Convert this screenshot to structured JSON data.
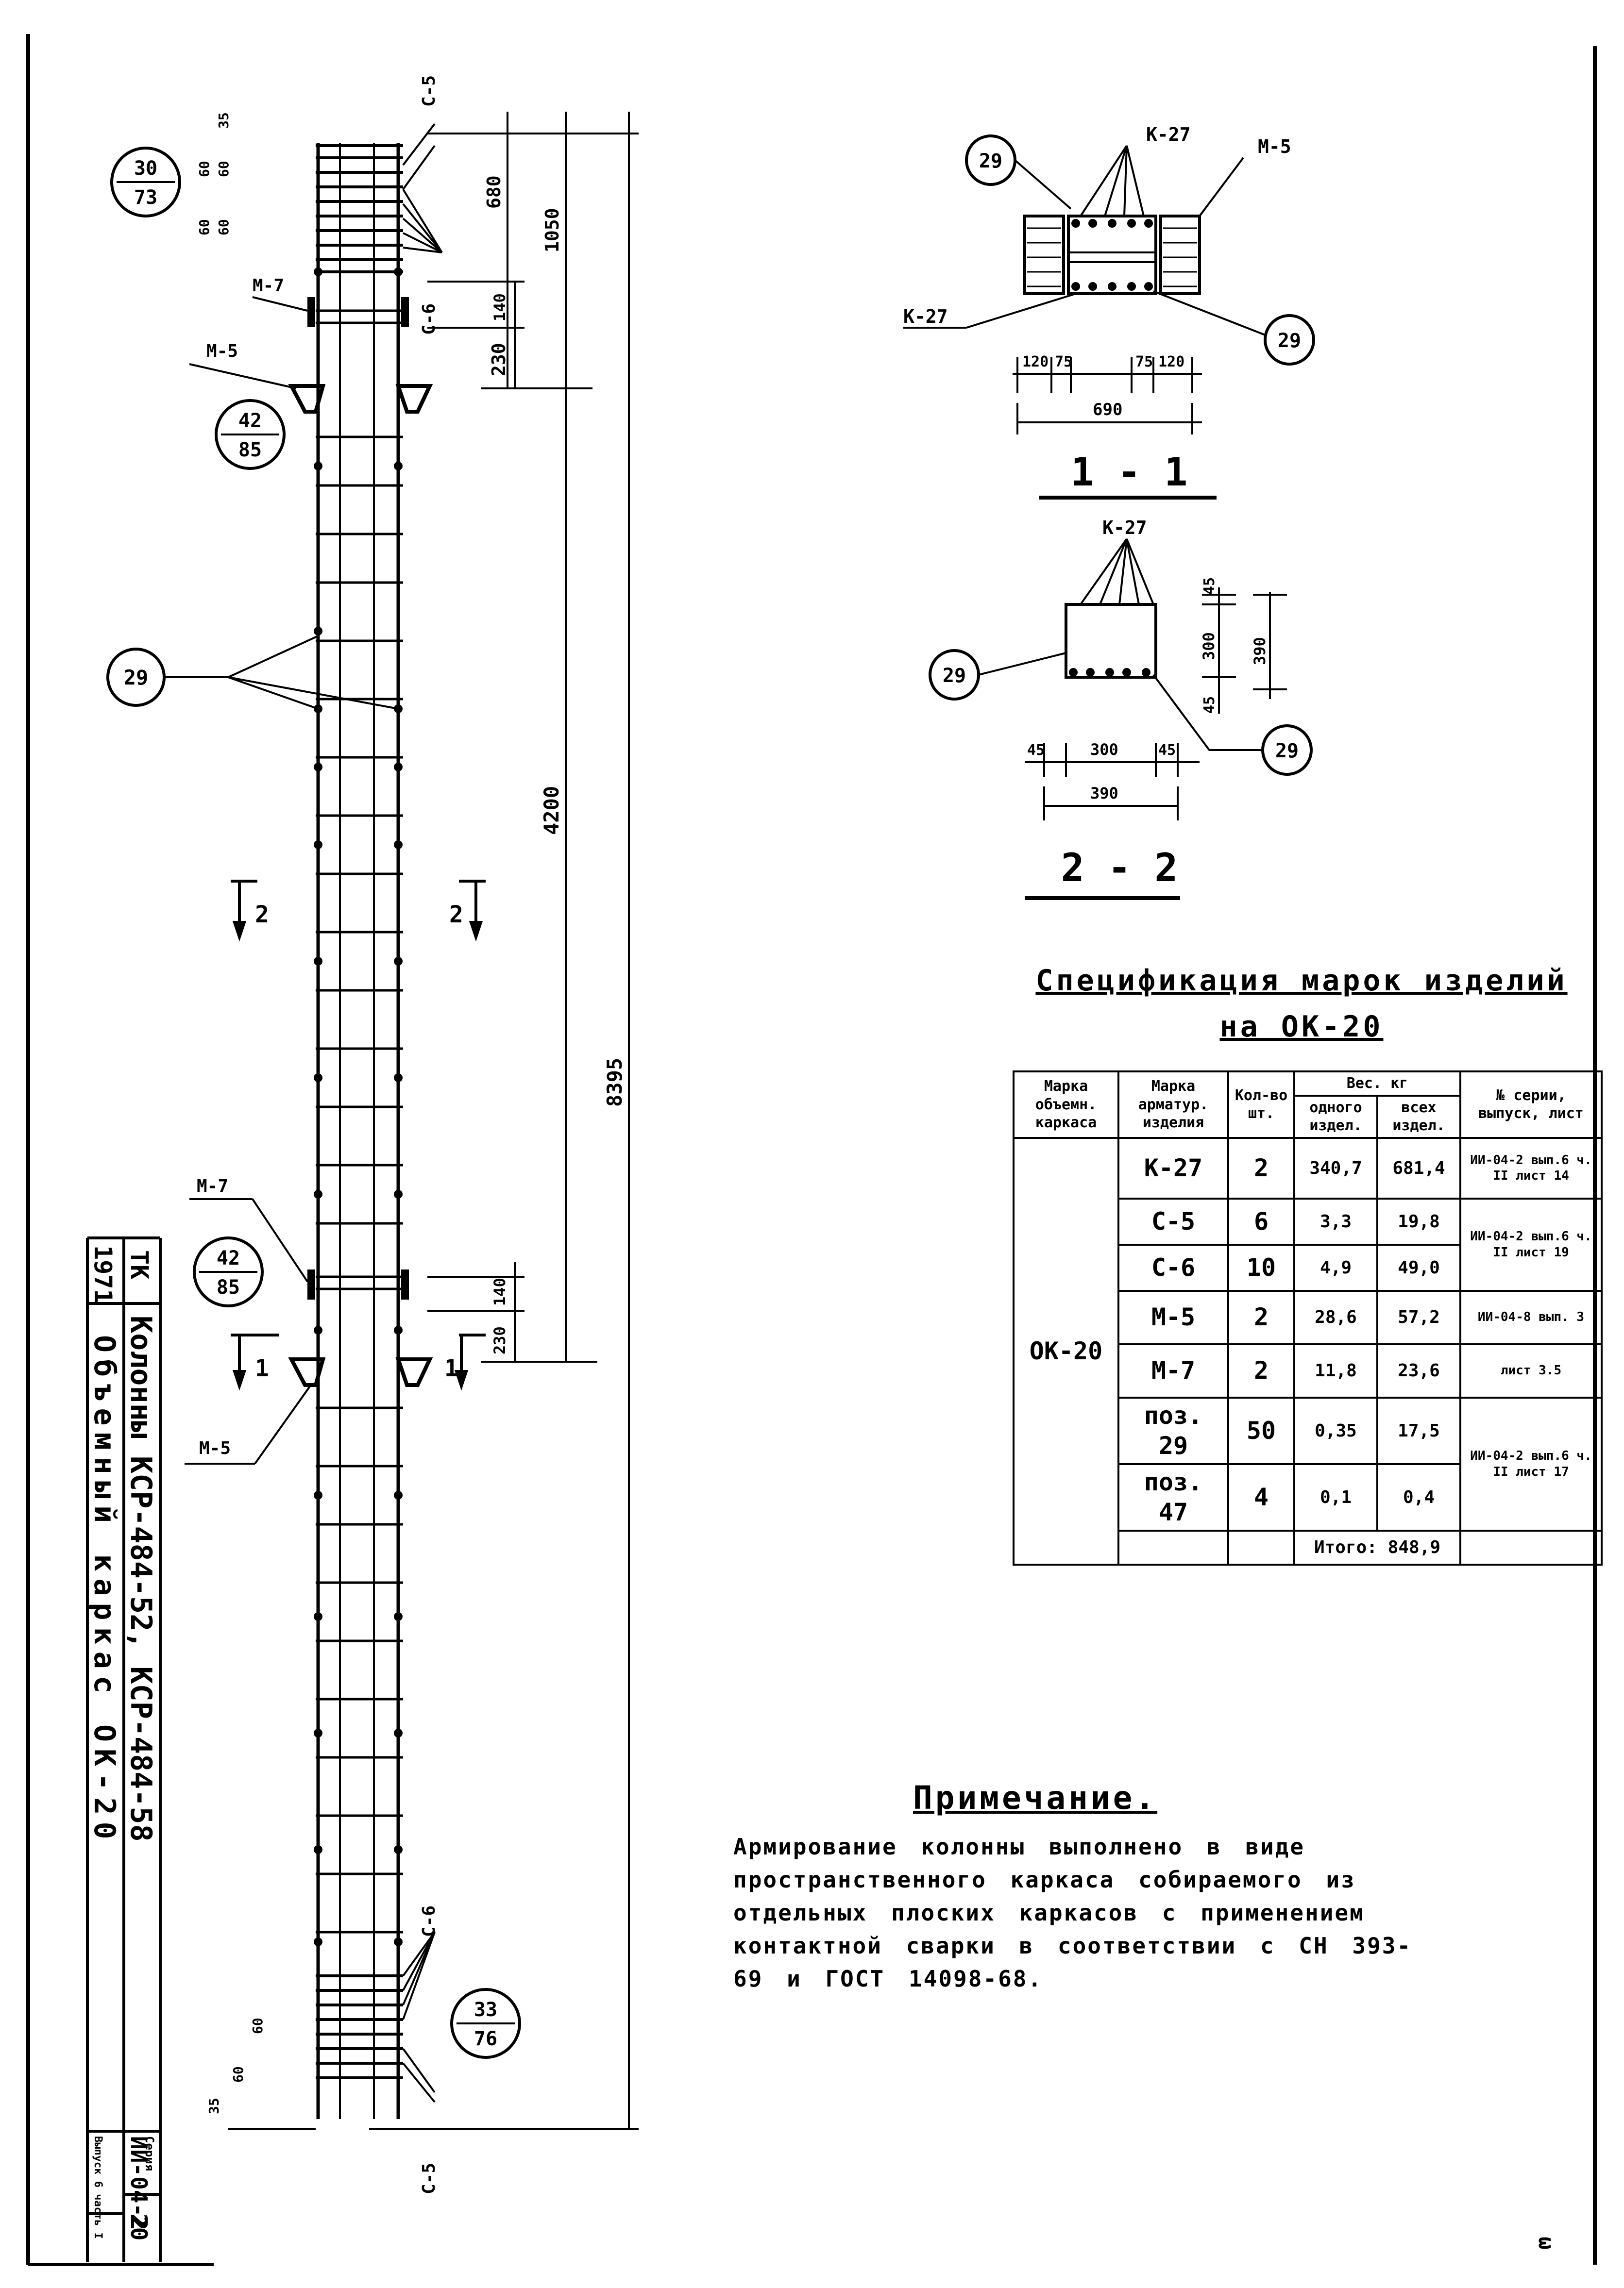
{
  "callouts": {
    "c30_73": {
      "top": "30",
      "bottom": "73"
    },
    "c42_85_top": {
      "top": "42",
      "bottom": "85"
    },
    "c42_85_mid": {
      "top": "42",
      "bottom": "85"
    },
    "c33_76": {
      "top": "33",
      "bottom": "76"
    },
    "pos29": "29"
  },
  "labels": {
    "c5": "С-5",
    "c6": "С-6",
    "m5": "М-5",
    "m7": "М-7",
    "k27": "К-27",
    "sec2": "2",
    "sec1": "1"
  },
  "dims_column": {
    "d35": "35",
    "d60": "60",
    "d680": "680",
    "d1050": "1050",
    "d140": "140",
    "d230": "230",
    "d4200": "4200",
    "d8395": "8395"
  },
  "section_1_1": {
    "title": "1 - 1",
    "d120": "120",
    "d75": "75",
    "d690": "690"
  },
  "section_2_2": {
    "title": "2 - 2",
    "d45": "45",
    "d300": "300",
    "d390": "390"
  },
  "spec": {
    "title": "Спецификация марок изделий",
    "subtitle": "на ОК-20",
    "headers": {
      "mark_frame": "Марка объемн. каркаса",
      "mark_item": "Марка арматур. изделия",
      "qty": "Кол-во шт.",
      "weight": "Вес. кг",
      "one": "одного издел.",
      "all": "всех издел.",
      "series": "№ серии, выпуск, лист"
    },
    "frame": "ОК-20",
    "rows": [
      {
        "item": "К-27",
        "qty": "2",
        "one": "340,7",
        "all": "681,4",
        "ref": "ИИ-04-2 вып.6 ч. II лист 14"
      },
      {
        "item": "С-5",
        "qty": "6",
        "one": "3,3",
        "all": "19,8",
        "ref": "ИИ-04-2 вып.6 ч. II лист 19"
      },
      {
        "item": "С-6",
        "qty": "10",
        "one": "4,9",
        "all": "49,0"
      },
      {
        "item": "М-5",
        "qty": "2",
        "one": "28,6",
        "all": "57,2",
        "ref": "ИИ-04-8 вып. 3"
      },
      {
        "item": "М-7",
        "qty": "2",
        "one": "11,8",
        "all": "23,6",
        "ref": "лист 3.5"
      },
      {
        "item": "поз. 29",
        "qty": "50",
        "one": "0,35",
        "all": "17,5",
        "ref": "ИИ-04-2 вып.6 ч. II лист 17"
      },
      {
        "item": "поз. 47",
        "qty": "4",
        "one": "0,1",
        "all": "0,4"
      }
    ],
    "total": "Итого: 848,9"
  },
  "note": {
    "title": "Примечание.",
    "text": "Армирование колонны выполнено в виде пространственного каркаса собираемого из отдельных плоских каркасов с применением контактной сварки в соответствии с СН 393-69 и ГОСТ 14098-68."
  },
  "stamp": {
    "year": "1971",
    "org": "ТК",
    "title1": "Колонны КСР-484-52, КСР-484-58",
    "title2": "Объемный каркас ОК-20",
    "series_label": "Серия",
    "series": "ИИ-04-2",
    "issue": "Выпуск 6 часть I",
    "sheet": "20"
  },
  "page_number": "ω"
}
